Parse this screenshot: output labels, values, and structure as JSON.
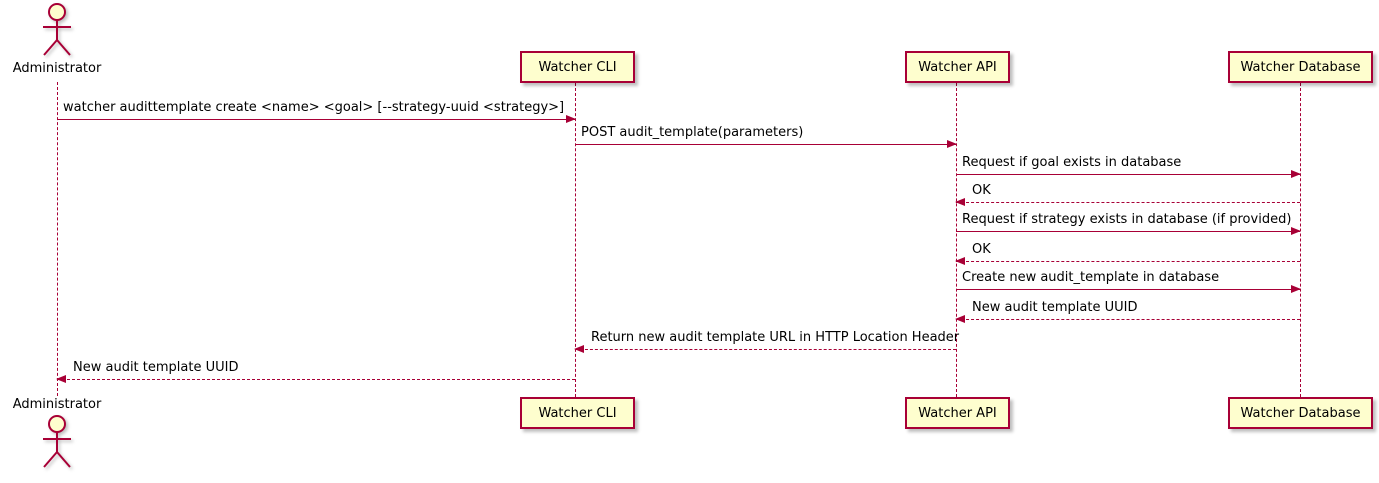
{
  "colors": {
    "participant_fill": "#FEFECE",
    "participant_border": "#A80036",
    "arrow": "#A80036",
    "lifeline": "#A80036",
    "text": "#000000",
    "background": "#FFFFFF"
  },
  "actor": {
    "label": "Administrator"
  },
  "participants": [
    {
      "label": "Watcher CLI"
    },
    {
      "label": "Watcher API"
    },
    {
      "label": "Watcher Database"
    }
  ],
  "messages": [
    {
      "from": "Administrator",
      "to": "Watcher CLI",
      "line": "solid",
      "direction": "right",
      "label": "watcher audittemplate create <name> <goal> [--strategy-uuid <strategy>]"
    },
    {
      "from": "Watcher CLI",
      "to": "Watcher API",
      "line": "solid",
      "direction": "right",
      "label": "POST audit_template(parameters)"
    },
    {
      "from": "Watcher API",
      "to": "Watcher Database",
      "line": "solid",
      "direction": "right",
      "label": "Request if goal exists in database"
    },
    {
      "from": "Watcher Database",
      "to": "Watcher API",
      "line": "dashed",
      "direction": "left",
      "label": "OK"
    },
    {
      "from": "Watcher API",
      "to": "Watcher Database",
      "line": "solid",
      "direction": "right",
      "label": "Request if strategy exists in database (if provided)"
    },
    {
      "from": "Watcher Database",
      "to": "Watcher API",
      "line": "dashed",
      "direction": "left",
      "label": "OK"
    },
    {
      "from": "Watcher API",
      "to": "Watcher Database",
      "line": "solid",
      "direction": "right",
      "label": "Create new audit_template in database"
    },
    {
      "from": "Watcher Database",
      "to": "Watcher API",
      "line": "dashed",
      "direction": "left",
      "label": "New audit template UUID"
    },
    {
      "from": "Watcher API",
      "to": "Watcher CLI",
      "line": "dashed",
      "direction": "left",
      "label": "Return new audit template URL in HTTP Location Header"
    },
    {
      "from": "Watcher CLI",
      "to": "Administrator",
      "line": "dashed",
      "direction": "left",
      "label": "New audit template UUID"
    }
  ]
}
